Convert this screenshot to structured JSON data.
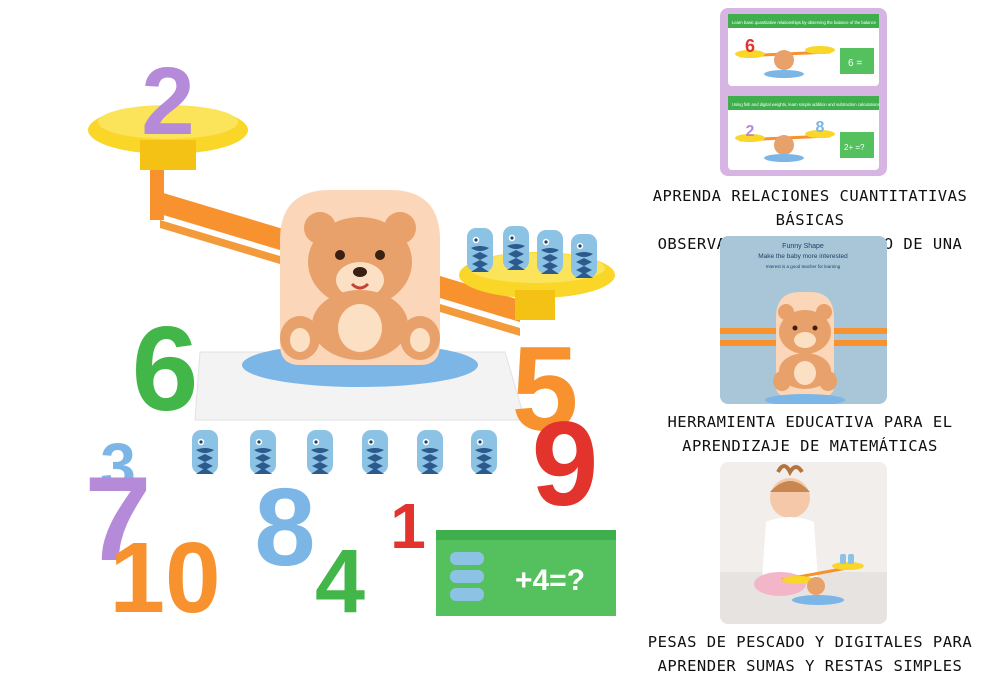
{
  "captions": [
    {
      "line1": "APRENDA RELACIONES CUANTITATIVAS BÁSICAS",
      "line2": "OBSERVANDO EL EQUILIBRIO DE UNA BALANZA"
    },
    {
      "line1": "HERRAMIENTA EDUCATIVA PARA EL",
      "line2": "APRENDIZAJE DE MATEMÁTICAS"
    },
    {
      "line1": "PESAS DE PESCADO Y DIGITALES PARA",
      "line2": "APRENDER SUMAS Y RESTAS SIMPLES"
    }
  ],
  "thumb1": {
    "top_banner": "Learn basic quantitative relationships by observing the balance of the balance",
    "bottom_banner": "Using fish and digital weights, learn simple addition and subtraction calculations",
    "top_digit": "6",
    "top_equation": "6 =",
    "bottom_left_digit": "2",
    "bottom_right_digit": "8",
    "bottom_equation": "2+  =?"
  },
  "thumb2": {
    "title": "Funny Shape",
    "subtitle": "Make the baby more interested",
    "note": "Interest is a good teacher for learning"
  },
  "hero": {
    "left_pan_digit": "2",
    "digits": [
      "6",
      "5",
      "9",
      "3",
      "7",
      "8",
      "1",
      "10",
      "4"
    ],
    "card_equation": "+4=?"
  },
  "colors": {
    "yellow": "#f9d628",
    "orange": "#f7922e",
    "bear": "#e8a16a",
    "fish": "#8cc3e4",
    "green": "#43b649",
    "red": "#e2332d",
    "purple": "#b58ad8",
    "blue": "#7bb6e6",
    "thumb1_bg": "#d7b5e3",
    "thumb2_bg": "#a9c6d9"
  }
}
